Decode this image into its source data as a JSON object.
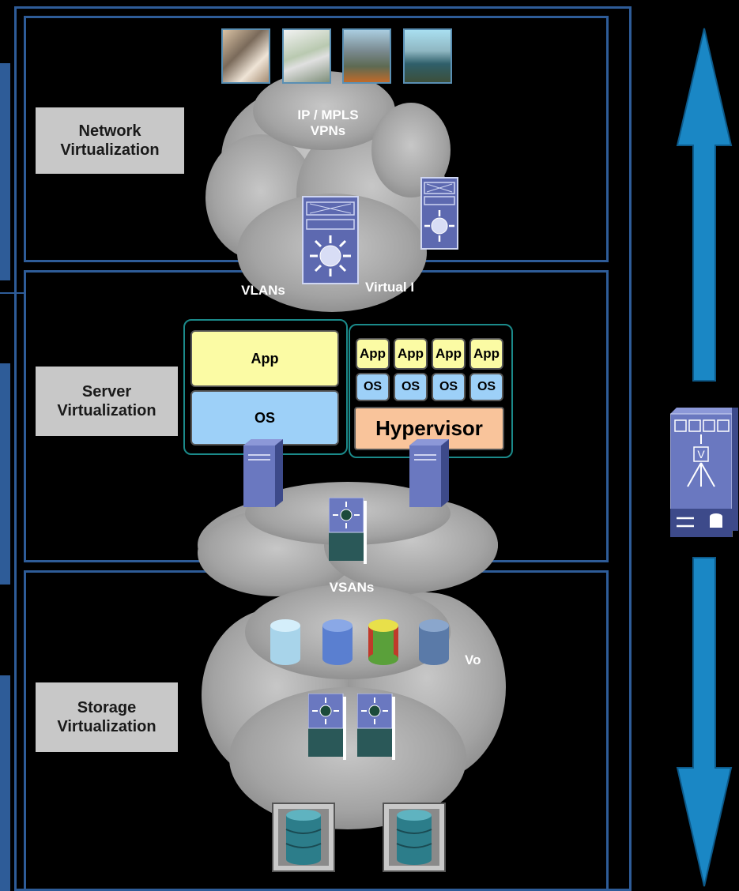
{
  "layers": {
    "network": {
      "label": "Network\nVirtualization"
    },
    "server": {
      "label": "Server\nVirtualization"
    },
    "storage": {
      "label": "Storage\nVirtualization"
    }
  },
  "cloud_labels": {
    "ip_mpls": "IP / MPLS\nVPNs",
    "vlans": "VLANs",
    "virtual": "Virtual I",
    "vsans": "VSANs",
    "vo": "Vo"
  },
  "server_vm": {
    "single": {
      "app": "App",
      "os": "OS"
    },
    "multi": {
      "apps": [
        "App",
        "App",
        "App",
        "App"
      ],
      "oses": [
        "OS",
        "OS",
        "OS",
        "OS"
      ],
      "hypervisor": "Hypervisor"
    }
  },
  "colors": {
    "panel_border": "#2e5c98",
    "arrow": "#1a87c5",
    "app": "#fbfba4",
    "os": "#9dd0f8",
    "hypervisor": "#f9c49b"
  },
  "icons": [
    "photo-person-icon",
    "photo-document-icon",
    "photo-building-icon",
    "photo-plant-icon",
    "multilayer-switch-icon",
    "server-icon",
    "mds-switch-icon",
    "storage-array-icon",
    "volume-icon",
    "virtualization-engine-icon"
  ]
}
